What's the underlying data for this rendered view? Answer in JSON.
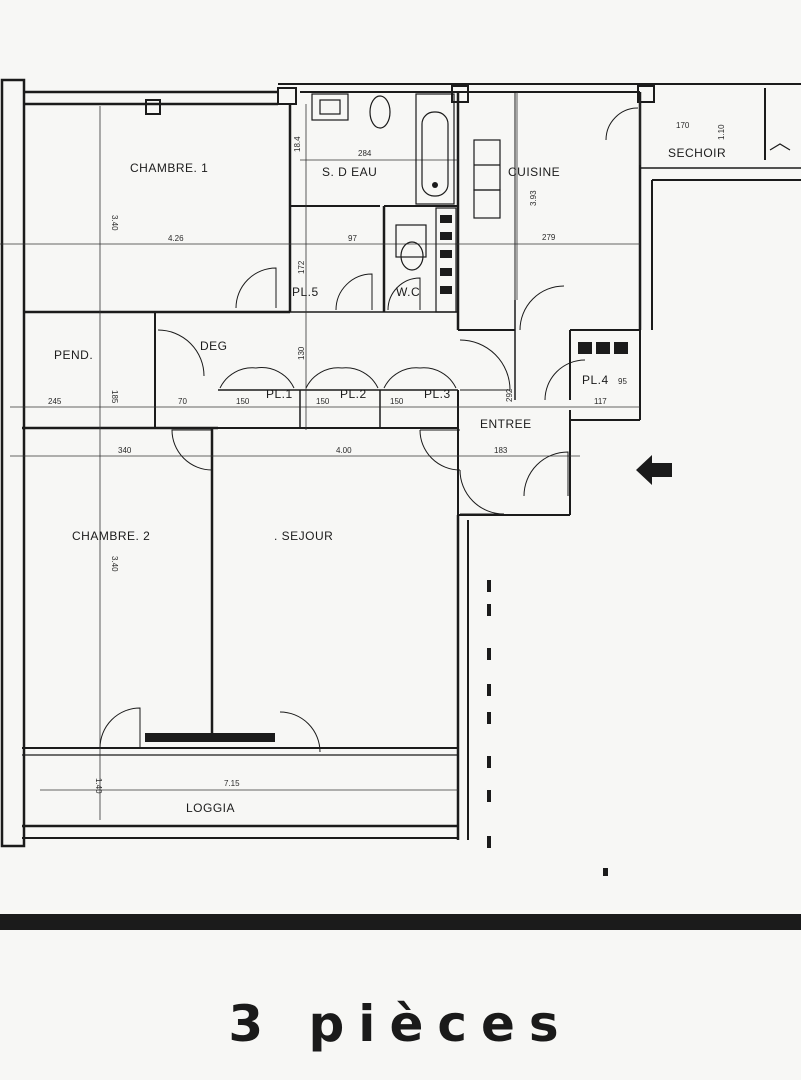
{
  "rooms": {
    "chambre1": "CHAMBRE. 1",
    "sdeau": "S. D EAU",
    "cuisine": "CUISINE",
    "sechoir": "SECHOIR",
    "pend": "PEND.",
    "deg": "DEG",
    "pl5": "PL.5",
    "wc": "W.C",
    "pl1": "PL.1",
    "pl2": "PL.2",
    "pl3": "PL.3",
    "pl4": "PL.4",
    "entree": "ENTREE",
    "chambre2": "CHAMBRE. 2",
    "sejour": ". SEJOUR",
    "loggia": "LOGGIA"
  },
  "dimensions": {
    "d_284": "284",
    "d_184": "18.4",
    "d_426": "4.26",
    "d_340a": "3.40",
    "d_97": "97",
    "d_172": "172",
    "d_279": "279",
    "d_393": "3.93",
    "d_170": "170",
    "d_110": "1.10",
    "d_245": "245",
    "d_70": "70",
    "d_150a": "150",
    "d_150b": "150",
    "d_150c": "150",
    "d_185": "185",
    "d_130": "130",
    "d_292": "292",
    "d_117": "117",
    "d_95": "95",
    "d_340b": "340",
    "d_400": "4.00",
    "d_183": "183",
    "d_340c": "3.40",
    "d_715": "7.15",
    "d_140": "1.40"
  },
  "caption": "3 pièces",
  "colors": {
    "ink": "#1b1b1b",
    "paper": "#f7f7f5"
  }
}
